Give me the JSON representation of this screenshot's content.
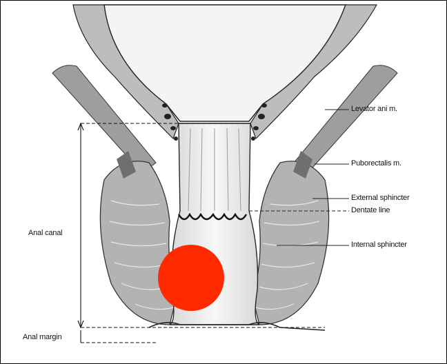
{
  "labels": {
    "levator_ani": "Levator ani m.",
    "puborectalis": "Puborectalis m.",
    "external_sphincter": "External sphincter",
    "dentate_line": "Dentate line",
    "internal_sphincter": "Internal sphincter",
    "anal_canal": "Anal canal",
    "anal_margin": "Anal margin"
  },
  "colors": {
    "marker": "#ff2a00",
    "muscle": "#b3b3b3",
    "muscle_dark": "#8a8a8a",
    "mucosa": "#f2f2f2"
  }
}
